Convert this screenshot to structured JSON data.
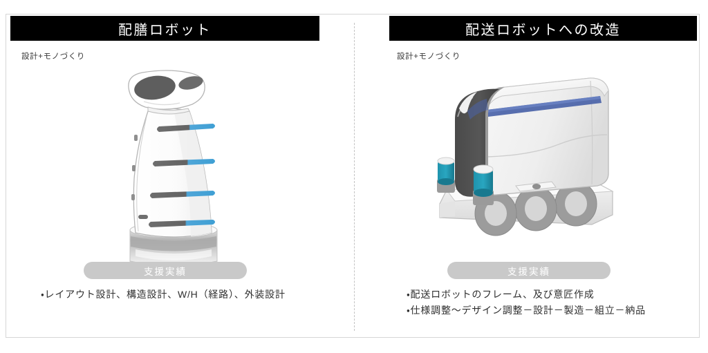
{
  "panels": [
    {
      "id": "serving-robot",
      "header": "配膳ロボット",
      "subtitle": "設計+モノづくり",
      "badge": "支援実績",
      "illustration_name": "serving-robot-illustration",
      "bullets": [
        "・レイアウト設計、構造設計、W/H（経路）、外装設計"
      ]
    },
    {
      "id": "delivery-robot",
      "header": "配送ロボットへの改造",
      "subtitle": "設計+モノづくり",
      "badge": "支援実績",
      "illustration_name": "delivery-robot-illustration",
      "bullets": [
        "・配送ロボットのフレーム、及び意匠作成",
        "・仕様調整～デザイン調整－設計－製造－組立－納品"
      ]
    }
  ],
  "colors": {
    "header_bg": "#000000",
    "header_text": "#ffffff",
    "badge_bg": "#c9c9c9",
    "badge_text": "#ffffff",
    "body_text": "#2f2f2f",
    "card_border": "#d6d6d6",
    "divider": "#c2c2c2",
    "robot_accent_blue": "#3f9fd4",
    "robot_dark": "#595959",
    "robot_body": "#ffffff",
    "robot_gray": "#b9b9b9",
    "sensor_teal": "#1f93ad"
  }
}
